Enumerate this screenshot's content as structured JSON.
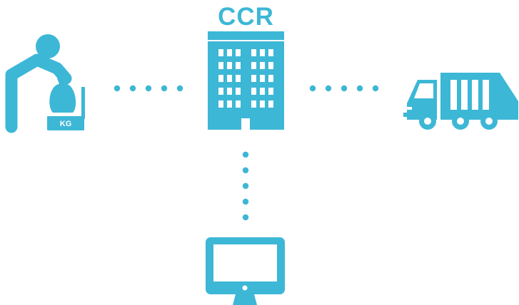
{
  "diagram": {
    "center_label": "CCR",
    "scale_label": "KG",
    "accent_color": "#3db7d6",
    "background_color": "#ffffff",
    "nodes": [
      {
        "icon": "person-weighing-bag-icon"
      },
      {
        "icon": "building-icon"
      },
      {
        "icon": "garbage-truck-icon"
      },
      {
        "icon": "computer-monitor-icon"
      }
    ],
    "connectors": [
      {
        "style": "dotted"
      },
      {
        "style": "dotted"
      },
      {
        "style": "dotted"
      }
    ]
  }
}
